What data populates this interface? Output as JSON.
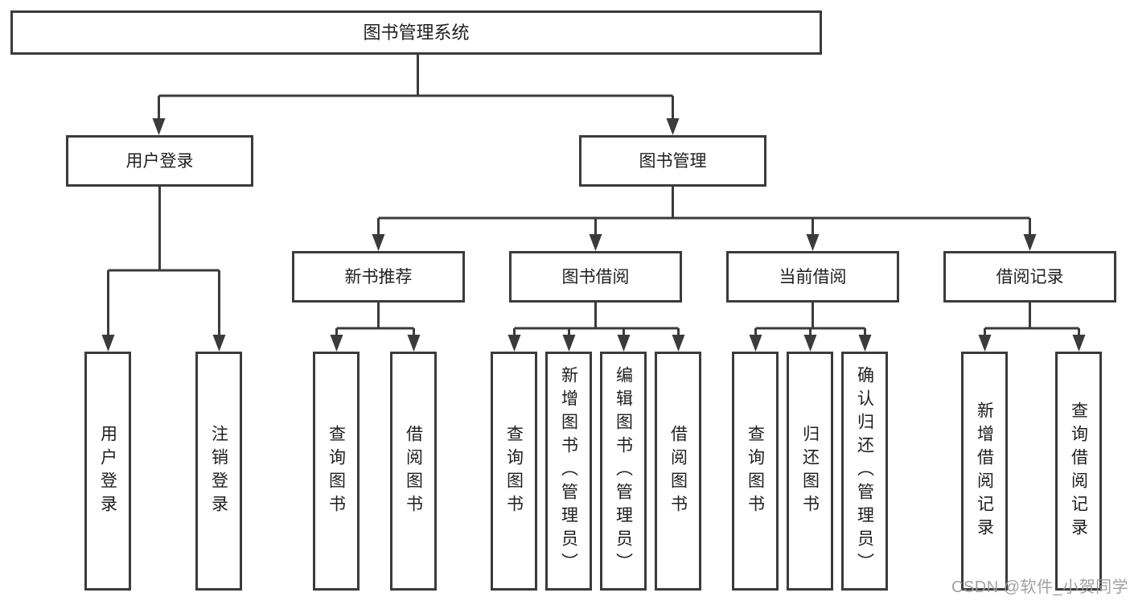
{
  "tree": {
    "label": "图书管理系统",
    "children": [
      {
        "label": "用户登录",
        "children": [
          {
            "label": "用户登录"
          },
          {
            "label": "注销登录"
          }
        ]
      },
      {
        "label": "图书管理",
        "children": [
          {
            "label": "新书推荐",
            "children": [
              {
                "label": "查询图书"
              },
              {
                "label": "借阅图书"
              }
            ]
          },
          {
            "label": "图书借阅",
            "children": [
              {
                "label": "查询图书"
              },
              {
                "label": "新增图书（管理员）"
              },
              {
                "label": "编辑图书（管理员）"
              },
              {
                "label": "借阅图书"
              }
            ]
          },
          {
            "label": "当前借阅",
            "children": [
              {
                "label": "查询图书"
              },
              {
                "label": "归还图书"
              },
              {
                "label": "确认归还（管理员）"
              }
            ]
          },
          {
            "label": "借阅记录",
            "children": [
              {
                "label": "新增借阅记录"
              },
              {
                "label": "查询借阅记录"
              }
            ]
          }
        ]
      }
    ]
  },
  "watermark": {
    "text": "CSDN @软件_小贺同学"
  },
  "colors": {
    "line": "#3b3b3b",
    "box_border": "#3b3b3b",
    "box_fill": "#ffffff",
    "text": "#1f1f1f",
    "watermark": "#9b9b9b",
    "background": "#ffffff"
  }
}
